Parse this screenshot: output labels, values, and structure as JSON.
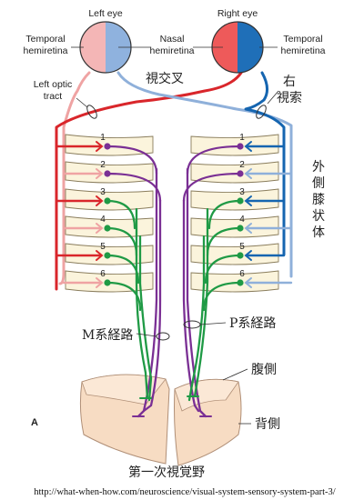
{
  "labels": {
    "left_eye": "Left eye",
    "right_eye": "Right eye",
    "temporal_left": [
      "Temporal",
      "hemiretina"
    ],
    "nasal": [
      "Nasal",
      "hemiretina"
    ],
    "temporal_right": [
      "Temporal",
      "hemiretina"
    ],
    "optic_chiasm": "視交叉",
    "left_optic_tract": [
      "Left optic",
      "tract"
    ],
    "right_optic_tract": [
      "右",
      "視索"
    ],
    "lgn": [
      "外",
      "側",
      "膝",
      "状",
      "体"
    ],
    "m_pathway": "M系経路",
    "p_pathway": "P系経路",
    "ventral": "腹側",
    "dorsal": "背側",
    "v1": "第一次視覚野",
    "panel": "A",
    "source_url": "http://what-when-how.com/neuroscience/visual-system-sensory-system-part-3/"
  },
  "layers": [
    "1",
    "2",
    "3",
    "4",
    "5",
    "6"
  ],
  "colors": {
    "left_temporal": "#f4b6b6",
    "left_nasal": "#8fb2de",
    "right_temporal": "#1f6fb8",
    "right_nasal": "#ee5a5a",
    "red_path": "#d9262b",
    "pink_path": "#efa3a3",
    "dark_blue_path": "#1565b0",
    "light_blue_path": "#8fb0da",
    "magno": "#7a2f94",
    "parvo": "#1f9a45",
    "lgn_fill": "#fbf4dc",
    "cortex_fill": "#f7dcc3"
  }
}
